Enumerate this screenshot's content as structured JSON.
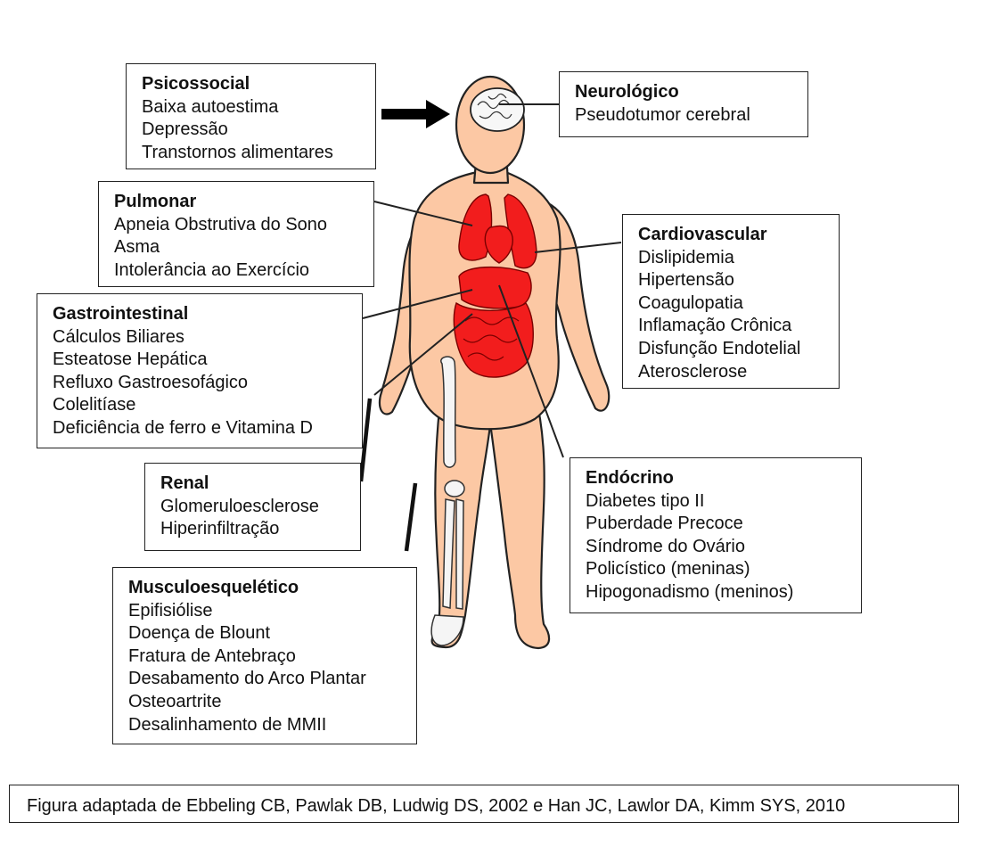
{
  "boxes": {
    "psicossocial": {
      "title": "Psicossocial",
      "items": [
        "Baixa autoestima",
        "Depressão",
        "Transtornos alimentares"
      ]
    },
    "neurologico": {
      "title": "Neurológico",
      "items": [
        "Pseudotumor cerebral"
      ]
    },
    "pulmonar": {
      "title": "Pulmonar",
      "items": [
        "Apneia Obstrutiva do Sono",
        "Asma",
        "Intolerância ao Exercício"
      ]
    },
    "cardiovascular": {
      "title": "Cardiovascular",
      "items": [
        "Dislipidemia",
        "Hipertensão",
        "Coagulopatia",
        "Inflamação Crônica",
        "Disfunção Endotelial",
        "Aterosclerose"
      ]
    },
    "gastrointestinal": {
      "title": "Gastrointestinal",
      "items": [
        "Cálculos Biliares",
        "Esteatose Hepática",
        "Refluxo Gastroesofágico",
        "Colelitíase",
        "Deficiência de ferro e Vitamina D"
      ]
    },
    "renal": {
      "title": "Renal",
      "items": [
        "Glomeruloesclerose",
        "Hiperinfiltração"
      ]
    },
    "endocrino": {
      "title": "Endócrino",
      "items": [
        "Diabetes tipo II",
        "Puberdade Precoce",
        "Síndrome do Ovário",
        "Policístico (meninas)",
        "Hipogonadismo (meninos)"
      ]
    },
    "musculo": {
      "title": "Musculoesquelético",
      "items": [
        "Epifisiólise",
        "Doença de Blount",
        "Fratura de Antebraço",
        "Desabamento do Arco Plantar",
        "Osteoartrite",
        "Desalinhamento de MMII"
      ]
    }
  },
  "caption": "Figura adaptada de Ebbeling CB, Pawlak DB, Ludwig DS, 2002 e Han JC, Lawlor DA, Kimm SYS, 2010",
  "colors": {
    "skin": "#fcc8a4",
    "organ": "#f21d1d",
    "outline": "#222222",
    "bone": "#f5f5f5"
  }
}
